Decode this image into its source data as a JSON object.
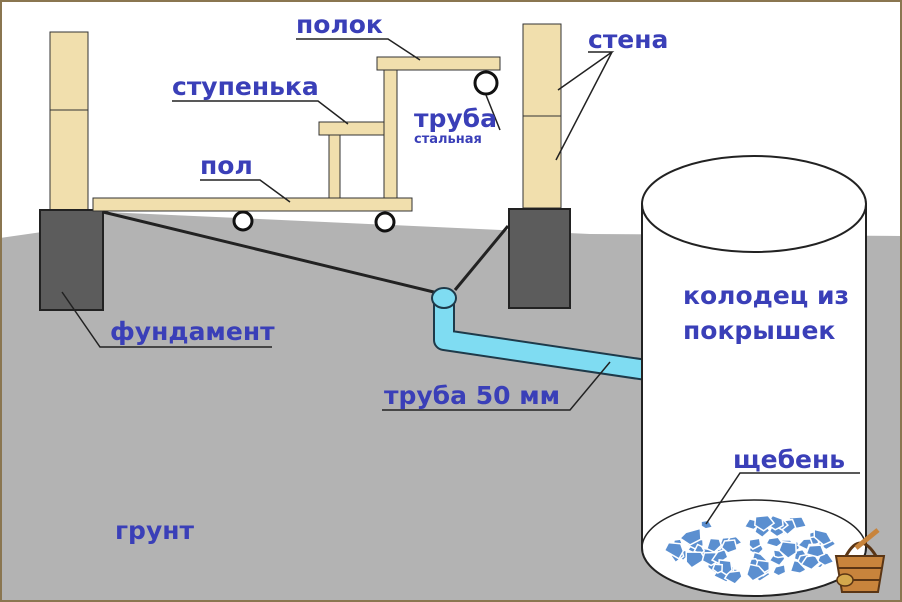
{
  "labels": {
    "shelf": "полок",
    "wall": "стена",
    "step": "ступенька",
    "pipe_steel": "труба",
    "pipe_steel_sub": "стальная",
    "floor": "пол",
    "foundation": "фундамент",
    "well_line1": "колодец из",
    "well_line2": "покрышек",
    "pipe_50": "труба 50 мм",
    "gravel": "щебень",
    "ground": "грунт"
  },
  "colors": {
    "label_text": "#3a3fb8",
    "ground": "#b3b3b3",
    "wood": "#f1dfad",
    "foundation": "#5c5c5c",
    "pipe": "#7fdcf2",
    "gravel": "#5b8fd0",
    "frame": "#8a7650"
  }
}
